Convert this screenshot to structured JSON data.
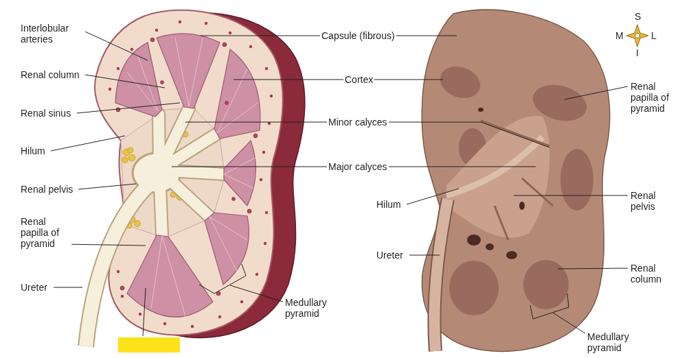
{
  "diagram": {
    "labels": [
      "Interlobular arteries",
      "Renal column",
      "Renal sinus",
      "Hilum",
      "Renal pelvis",
      "Renal papilla of pyramid",
      "Ureter",
      "Capsule (fibrous)",
      "Cortex",
      "Minor calyces",
      "Major calyces",
      "Medullary pyramid",
      "Renal papilla of pyramid",
      "Hilum",
      "Renal pelvis",
      "Ureter",
      "Renal column",
      "Medullary pyramid",
      "S",
      "M",
      "L",
      "I"
    ]
  }
}
